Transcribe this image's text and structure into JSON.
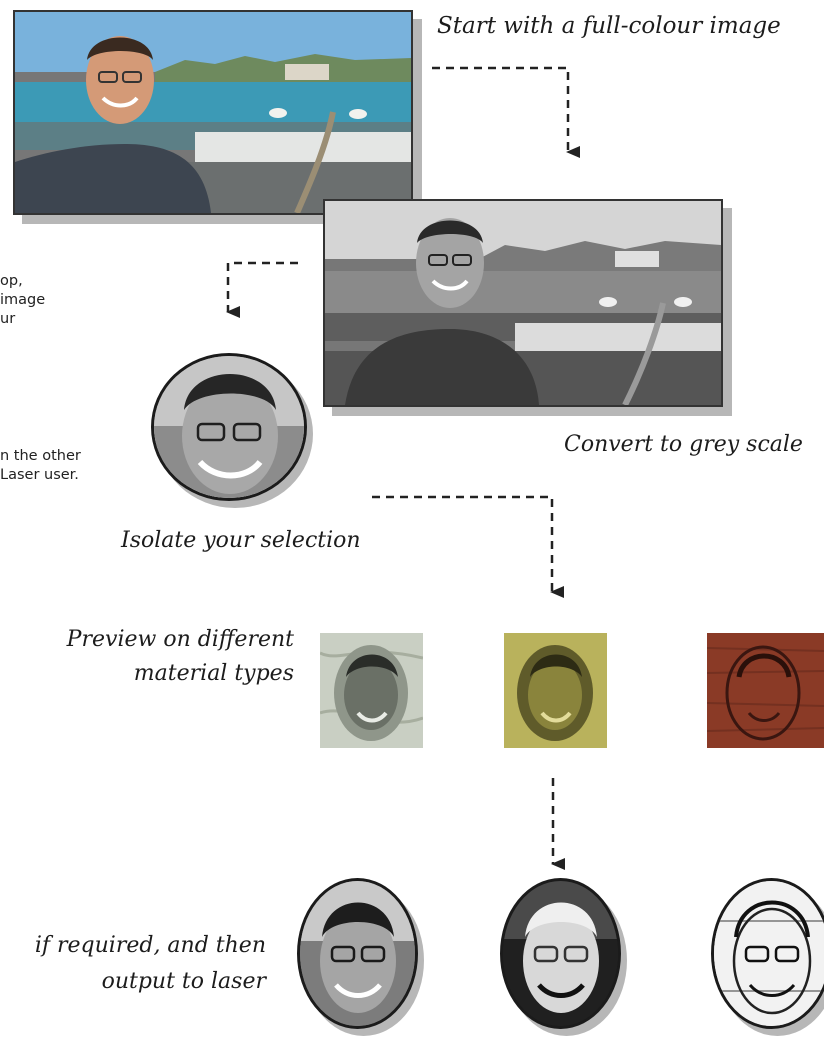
{
  "captions": {
    "start": "Start with a full-colour image",
    "convert": "Convert to grey scale",
    "isolate": "Isolate your selection",
    "preview_line1": "Preview on different",
    "preview_line2": "material types",
    "output_line1": "if required, and then",
    "output_line2": "output to laser"
  },
  "side_text": {
    "line1": "op,",
    "line2": "image",
    "line3": "ur",
    "line4": "n the other",
    "line5": "Laser user."
  },
  "colors": {
    "border": "#333333",
    "shadow": "#b7b7b7",
    "sky": "#6aa9d8",
    "water": "#3f9db7",
    "sweater": "#3d4550",
    "skin": "#d49a77",
    "swatch_marble": "#c9cfc3",
    "swatch_olive": "#b9b25c",
    "swatch_wood": "#8a3a26"
  },
  "icons": {
    "arrow": "dashed-arrow-icon",
    "person": "portrait-photo"
  }
}
